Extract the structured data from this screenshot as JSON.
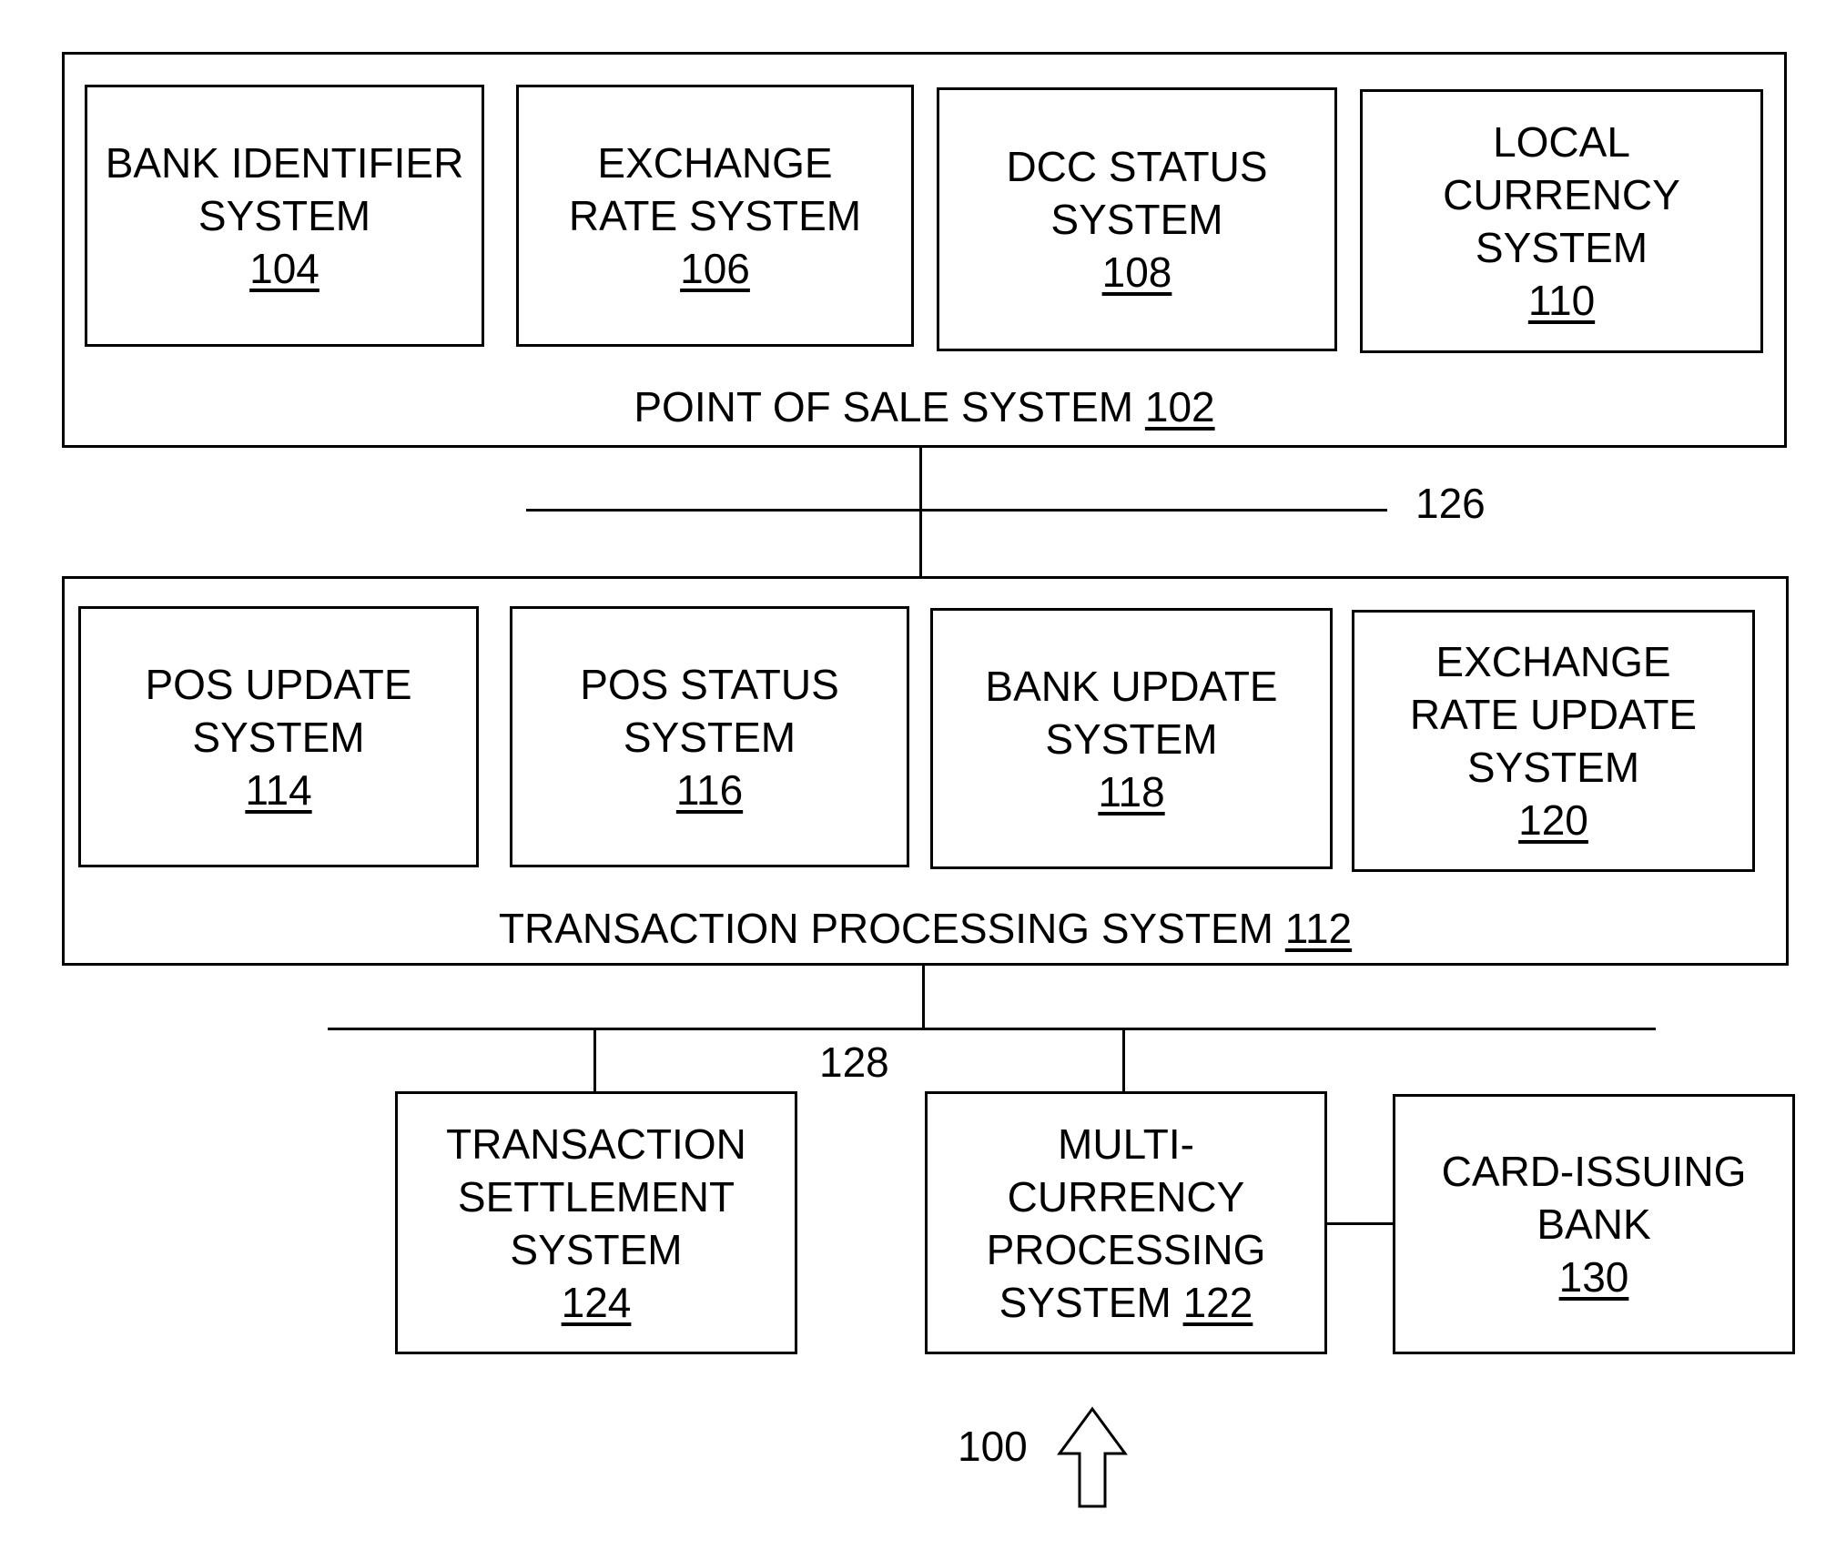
{
  "pos_system": {
    "label": "POINT OF SALE SYSTEM",
    "ref": "102",
    "components": [
      {
        "lines": [
          "BANK IDENTIFIER",
          "SYSTEM"
        ],
        "ref": "104"
      },
      {
        "lines": [
          "EXCHANGE",
          "RATE SYSTEM"
        ],
        "ref": "106"
      },
      {
        "lines": [
          "DCC STATUS",
          "SYSTEM"
        ],
        "ref": "108"
      },
      {
        "lines": [
          "LOCAL",
          "CURRENCY",
          "SYSTEM"
        ],
        "ref": "110"
      }
    ]
  },
  "network_a": {
    "ref": "126"
  },
  "transaction_system": {
    "label": "TRANSACTION PROCESSING SYSTEM",
    "ref": "112",
    "components": [
      {
        "lines": [
          "POS UPDATE",
          "SYSTEM"
        ],
        "ref": "114"
      },
      {
        "lines": [
          "POS STATUS",
          "SYSTEM"
        ],
        "ref": "116"
      },
      {
        "lines": [
          "BANK UPDATE",
          "SYSTEM"
        ],
        "ref": "118"
      },
      {
        "lines": [
          "EXCHANGE",
          "RATE UPDATE",
          "SYSTEM"
        ],
        "ref": "120"
      }
    ]
  },
  "network_b": {
    "ref": "128"
  },
  "settlement": {
    "lines": [
      "TRANSACTION",
      "SETTLEMENT",
      "SYSTEM"
    ],
    "ref": "124"
  },
  "multi_currency": {
    "lines": [
      "MULTI-",
      "CURRENCY",
      "PROCESSING",
      "SYSTEM"
    ],
    "ref": "122"
  },
  "card_bank": {
    "lines": [
      "CARD-ISSUING",
      "BANK"
    ],
    "ref": "130"
  },
  "figure": {
    "ref": "100"
  }
}
